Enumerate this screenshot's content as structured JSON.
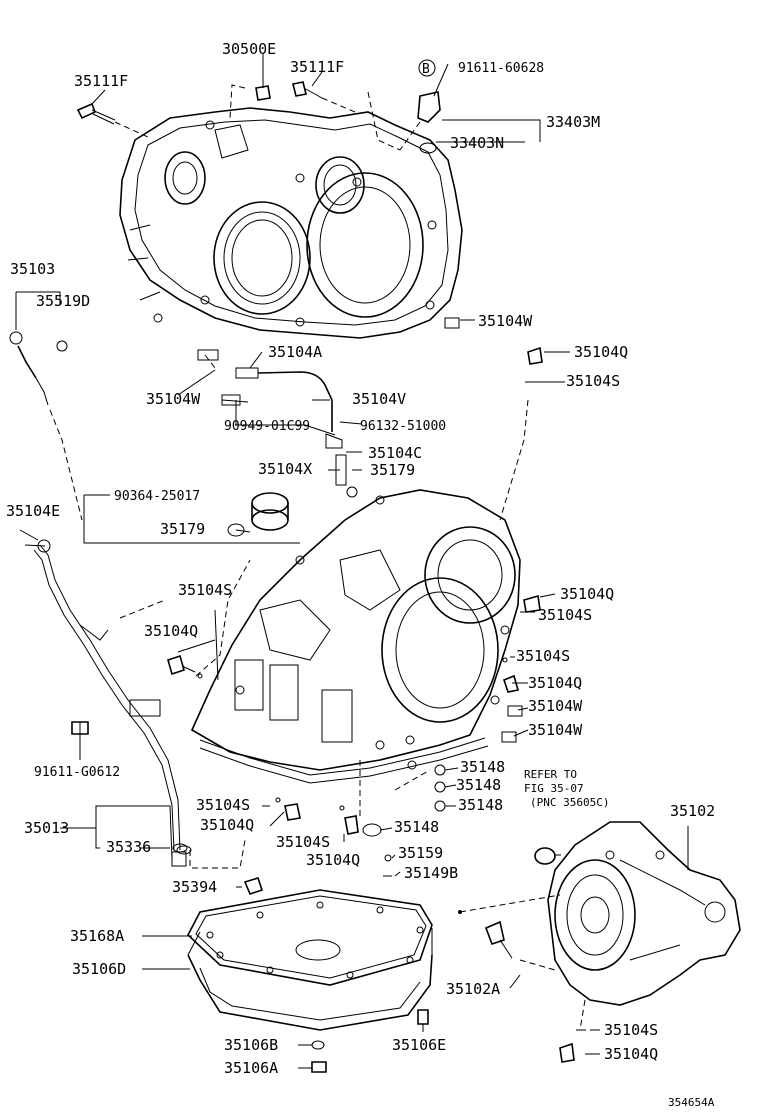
{
  "diagram": {
    "labels": {
      "l30500E": "30500E",
      "l35111F_a": "35111F",
      "l35111F_b": "35111F",
      "l91611_60628": "91611-60628",
      "circleB": "B",
      "l33403M": "33403M",
      "l33403N": "33403N",
      "l35103": "35103",
      "l35519D": "35519D",
      "l35104W_a": "35104W",
      "l35104A": "35104A",
      "l35104Q_a": "35104Q",
      "l35104S_a": "35104S",
      "l35104W_b": "35104W",
      "l35104V": "35104V",
      "l90949": "90949-01C99",
      "l96132": "96132-51000",
      "l35104C": "35104C",
      "l35104X": "35104X",
      "l35179_a": "35179",
      "l90364": "90364-25017",
      "l35104E": "35104E",
      "l35179_b": "35179",
      "l35104S_b": "35104S",
      "l35104Q_b": "35104Q",
      "l35104S_c": "35104S",
      "l35104Q_c": "35104Q",
      "l35104S_d": "35104S",
      "l35104Q_d": "35104Q",
      "l35104W_c": "35104W",
      "l35104W_d": "35104W",
      "l91611_G0612": "91611-G0612",
      "l35148_a": "35148",
      "l35148_b": "35148",
      "l35148_c": "35148",
      "l35148_d": "35148",
      "ref1": "REFER TO",
      "ref2": "FIG 35-07",
      "ref3": "(PNC 35605C)",
      "l35102": "35102",
      "l35104S_e": "35104S",
      "l35013": "35013",
      "l35104Q_e": "35104Q",
      "l35104S_f": "35104S",
      "l35336": "35336",
      "l35104Q_f": "35104Q",
      "l35159": "35159",
      "l35149B": "35149B",
      "l35394": "35394",
      "l35168A": "35168A",
      "l35106D": "35106D",
      "l35102A": "35102A",
      "l35104S_g": "35104S",
      "l35104Q_g": "35104Q",
      "l35106B": "35106B",
      "l35106E": "35106E",
      "l35106A": "35106A",
      "figure_id": "354654A"
    }
  }
}
